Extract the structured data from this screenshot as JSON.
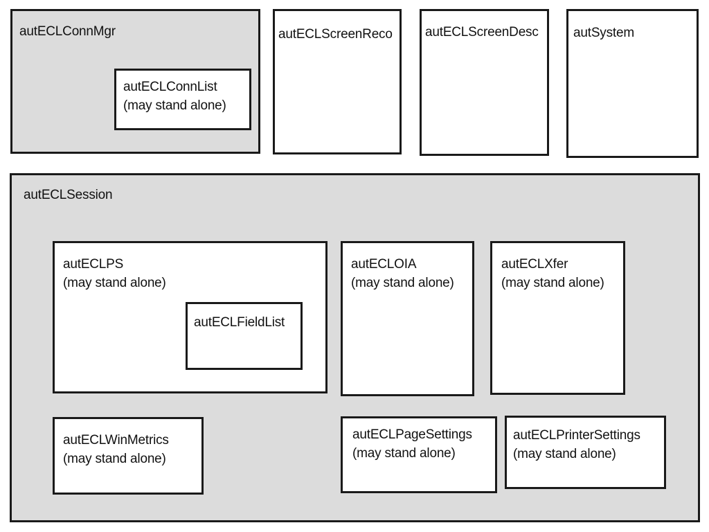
{
  "diagram": {
    "conn_mgr": {
      "name": "autECLConnMgr"
    },
    "conn_list": {
      "name": "autECLConnList",
      "note": "(may stand alone)"
    },
    "screen_reco": {
      "name": "autECLScreenReco"
    },
    "screen_desc": {
      "name": "autECLScreenDesc"
    },
    "system": {
      "name": "autSystem"
    },
    "session": {
      "name": "autECLSession"
    },
    "ps": {
      "name": "autECLPS",
      "note": "(may stand alone)"
    },
    "field_list": {
      "name": "autECLFieldList"
    },
    "oia": {
      "name": "autECLOIA",
      "note": "(may stand alone)"
    },
    "xfer": {
      "name": "autECLXfer",
      "note": "(may stand alone)"
    },
    "win_metrics": {
      "name": "autECLWinMetrics",
      "note": "(may stand alone)"
    },
    "page_settings": {
      "name": "autECLPageSettings",
      "note": "(may stand alone)"
    },
    "printer_settings": {
      "name": "autECLPrinterSettings",
      "note": "(may stand alone)"
    },
    "colors": {
      "container_fill": "#dcdcdc",
      "box_fill": "#ffffff",
      "border": "#1a1a1a"
    }
  }
}
